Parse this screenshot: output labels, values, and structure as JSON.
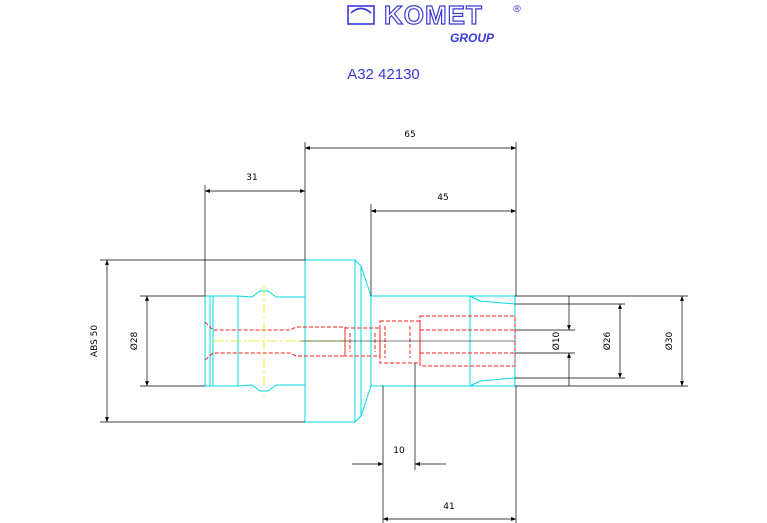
{
  "logo": {
    "brand": "KOMET",
    "sub": "GROUP",
    "mark": "®"
  },
  "part_number": "A32 42130",
  "dimensions": {
    "d65": "65",
    "d31": "31",
    "d45": "45",
    "abs50": "ABS 50",
    "d28_left": "Ø28",
    "d10": "Ø10",
    "d26": "Ø26",
    "d30": "Ø30",
    "d10_lower": "10",
    "d41": "41"
  },
  "colors": {
    "outline": "#00d8e8",
    "hidden": "#ff2020",
    "center": "#e8e800",
    "dim": "#000000",
    "brand": "#3a3ad6"
  }
}
